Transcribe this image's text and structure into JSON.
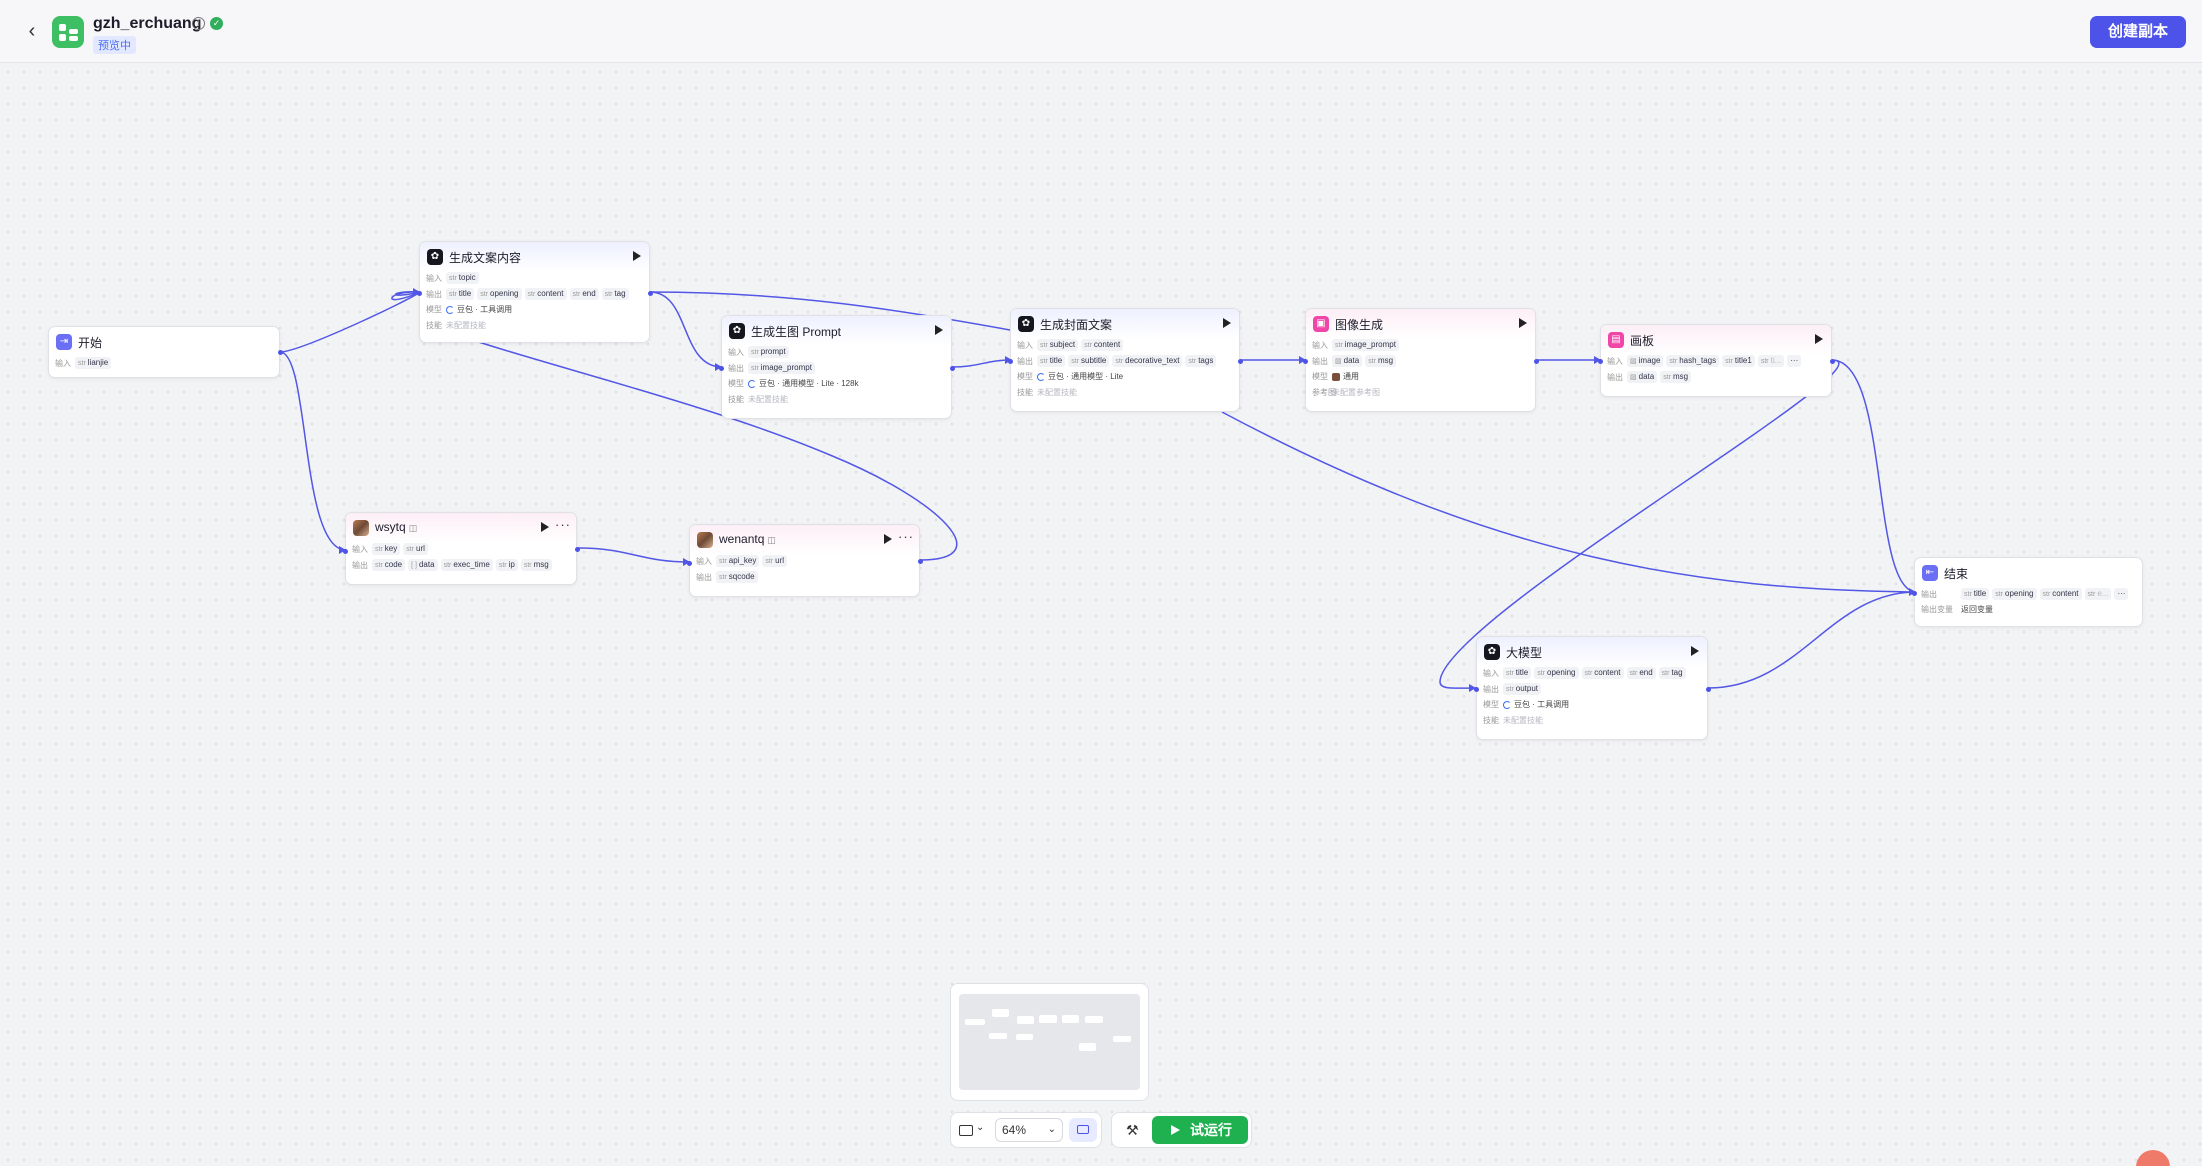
{
  "header": {
    "back": "‹",
    "title": "gzh_erchuang",
    "badge": "预览中",
    "copy_button": "创建副本"
  },
  "labels": {
    "input": "输入",
    "output": "输出",
    "model": "模型",
    "skill": "技能",
    "reference": "参考图",
    "output_var": "输出变量"
  },
  "nodes": {
    "start": {
      "title": "开始",
      "inputs": [
        "lianjie"
      ]
    },
    "gen_copy": {
      "title": "生成文案内容",
      "inputs": [
        "topic"
      ],
      "outputs": [
        "title",
        "opening",
        "content",
        "end",
        "tag"
      ],
      "model": "豆包 · 工具调用",
      "skill": "未配置技能"
    },
    "gen_prompt": {
      "title": "生成生图 Prompt",
      "inputs": [
        "prompt"
      ],
      "outputs": [
        "image_prompt"
      ],
      "model": "豆包 · 通用模型 · Lite · 128k",
      "skill": "未配置技能"
    },
    "gen_cover": {
      "title": "生成封面文案",
      "inputs": [
        "subject",
        "content"
      ],
      "outputs": [
        "title",
        "subtitle",
        "decorative_text",
        "tags"
      ],
      "model": "豆包 · 通用模型 · Lite",
      "skill": "未配置技能"
    },
    "image_gen": {
      "title": "图像生成",
      "inputs": [
        "image_prompt"
      ],
      "outputs": [
        "data",
        "msg"
      ],
      "model": "通用",
      "reference": "未配置参考图"
    },
    "canvas": {
      "title": "画板",
      "inputs": [
        "image",
        "hash_tags",
        "title1",
        "ti..."
      ],
      "outputs": [
        "data",
        "msg"
      ]
    },
    "wsytq": {
      "title": "wsytq",
      "inputs": [
        "key",
        "url"
      ],
      "outputs": [
        "code",
        "data",
        "exec_time",
        "ip",
        "msg"
      ]
    },
    "wenantq": {
      "title": "wenantq",
      "inputs": [
        "api_key",
        "url"
      ],
      "outputs": [
        "sqcode"
      ]
    },
    "llm": {
      "title": "大模型",
      "inputs": [
        "title",
        "opening",
        "content",
        "end",
        "tag"
      ],
      "outputs": [
        "output"
      ],
      "model": "豆包 · 工具调用",
      "skill": "未配置技能"
    },
    "end": {
      "title": "结束",
      "outputs": [
        "title",
        "opening",
        "content",
        "e..."
      ],
      "output_var": "返回变量"
    }
  },
  "toolbar": {
    "zoom": "64%",
    "run_button": "试运行"
  },
  "colors": {
    "accent": "#4d53e8",
    "run_green": "#1fb050",
    "edge": "#4d53e8"
  }
}
